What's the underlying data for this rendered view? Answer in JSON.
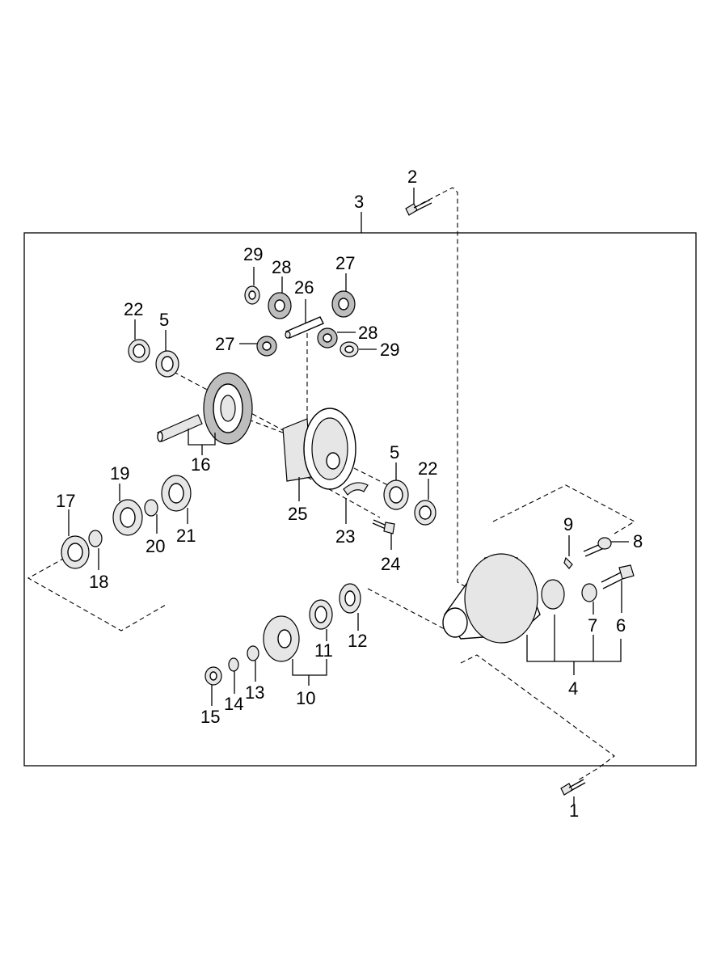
{
  "diagram": {
    "type": "exploded-parts-diagram",
    "callouts": [
      "1",
      "2",
      "3",
      "4",
      "5",
      "5",
      "6",
      "7",
      "8",
      "9",
      "10",
      "11",
      "12",
      "13",
      "14",
      "15",
      "16",
      "17",
      "18",
      "19",
      "20",
      "21",
      "22",
      "22",
      "23",
      "24",
      "25",
      "26",
      "27",
      "27",
      "28",
      "28",
      "29",
      "29"
    ]
  },
  "icons": {
    "bolt": "bolt-icon",
    "washer": "washer-icon",
    "nut": "nut-icon",
    "bearing": "bearing-icon",
    "gear": "gear-icon",
    "housing": "housing-icon",
    "flange": "flange-icon",
    "shaft": "shaft-icon"
  },
  "colors": {
    "ink": "#000000",
    "paper": "#ffffff"
  }
}
